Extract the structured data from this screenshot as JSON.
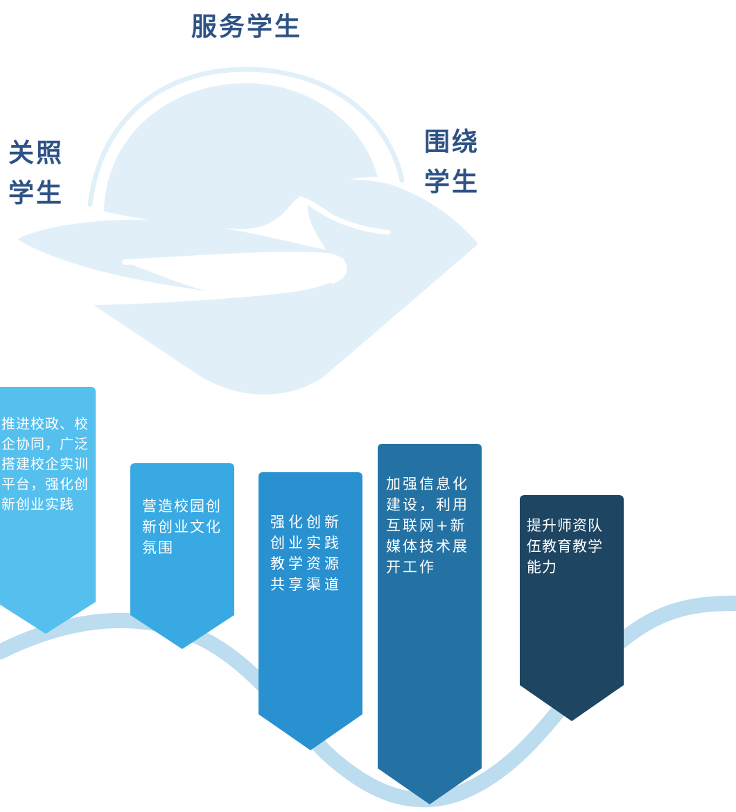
{
  "title": "服务学生",
  "left_label": [
    "关照",
    "学生"
  ],
  "right_label": [
    "围绕",
    "学生"
  ],
  "steps": [
    {
      "text": "推进校政、校企协同，广泛搭建校企实训平台，强化创新创业实践",
      "color": "#55c0ee"
    },
    {
      "text": "营造校园创新创业文化氛围",
      "color": "#38a9e2"
    },
    {
      "text": "强化创新创业实践教学资源共享渠道",
      "color": "#2991d0"
    },
    {
      "text": "加强信息化建设，利用互联网+新媒体技术展开工作",
      "color": "#2472a4"
    },
    {
      "text": "提升师资队伍教育教学能力",
      "color": "#1e4562"
    }
  ],
  "colors": {
    "heading": "#2e5284",
    "wave": "#e1f0f8",
    "curve": "#bcdcef"
  }
}
